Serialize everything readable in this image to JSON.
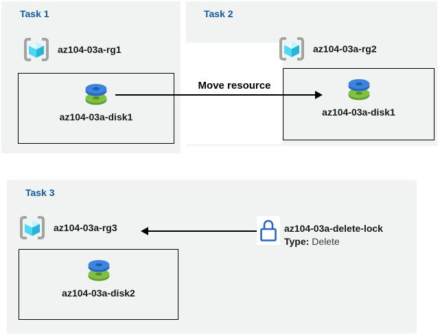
{
  "tasks": [
    {
      "title": "Task 1",
      "resource_group": "az104-03a-rg1",
      "disk": "az104-03a-disk1"
    },
    {
      "title": "Task 2",
      "resource_group": "az104-03a-rg2",
      "disk": "az104-03a-disk1"
    },
    {
      "title": "Task 3",
      "resource_group": "az104-03a-rg3",
      "disk": "az104-03a-disk2"
    }
  ],
  "arrows": {
    "move_label": "Move resource",
    "lock_arrow_direction": "left",
    "move_arrow_direction": "right"
  },
  "lock": {
    "name": "az104-03a-delete-lock",
    "type_label": "Type:",
    "type_value": "Delete"
  },
  "icons": {
    "resource_group": "resource-group-icon",
    "disk": "managed-disk-icon",
    "lock": "delete-lock-icon"
  },
  "colors": {
    "panel_bg": "#f1f2f2",
    "title_blue": "#1159a1",
    "label_text": "#161616",
    "arrow_black": "#000000",
    "disk_blue": "#3c84dc",
    "disk_blue_dark": "#2a67c4",
    "disk_green": "#7fc142",
    "disk_green_dark": "#619f33",
    "cube_cyan_light": "#c6f2fd",
    "cube_cyan_mid": "#4fd8f2",
    "cube_cyan_dark": "#27b4d8",
    "bracket_gray": "#a3a3a3",
    "lock_blue": "#2766c1"
  }
}
